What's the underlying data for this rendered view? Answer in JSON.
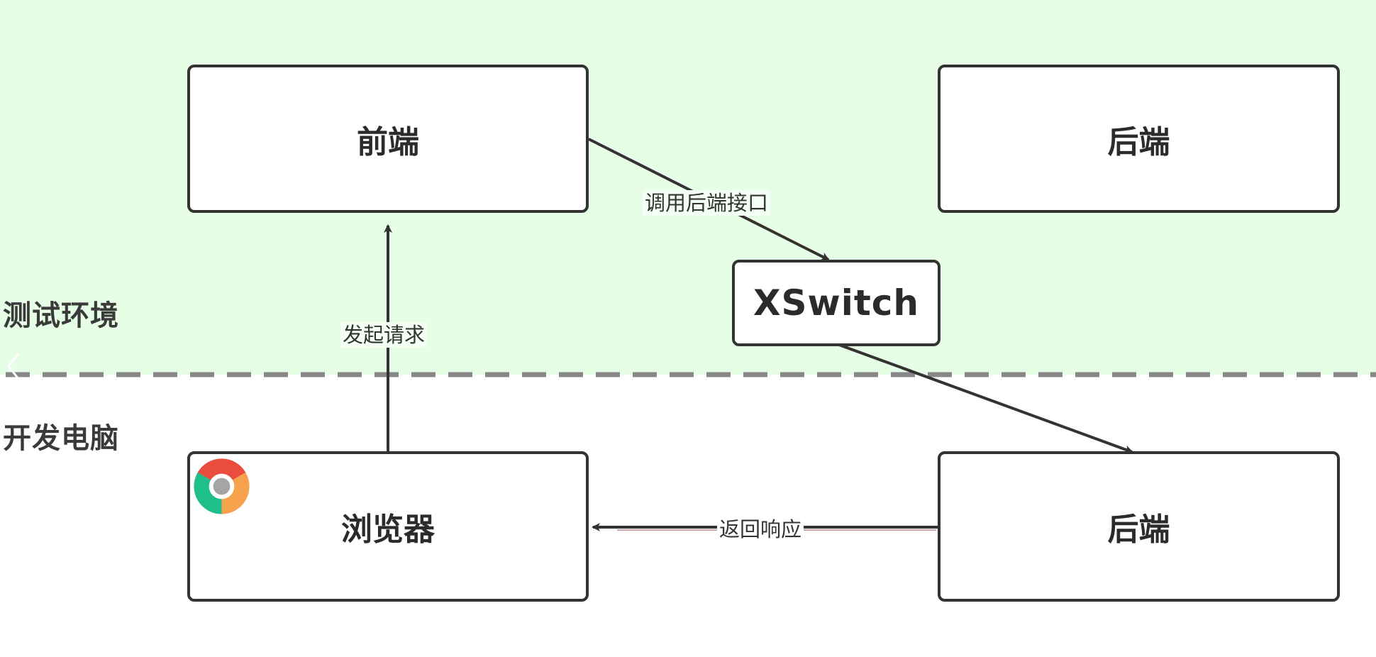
{
  "zones": {
    "test_env": "测试环境",
    "dev_machine": "开发电脑"
  },
  "nodes": {
    "frontend": "前端",
    "backend_test": "后端",
    "xswitch": "XSwitch",
    "browser": "浏览器",
    "backend_dev": "后端"
  },
  "edges": {
    "browser_to_frontend": "发起请求",
    "frontend_to_xswitch": "调用后端接口",
    "backend_to_browser": "返回响应"
  },
  "icons": {
    "browser": "chrome-icon",
    "collapse": "chevron-left-icon"
  },
  "colors": {
    "test_env_bg": "#e6fde6",
    "stroke": "#333333",
    "divider": "#888888",
    "chrome_red": "#ea4c3d",
    "chrome_green": "#1fbf8c",
    "chrome_yellow": "#f6a14c",
    "chrome_center": "#a5a5a5"
  }
}
